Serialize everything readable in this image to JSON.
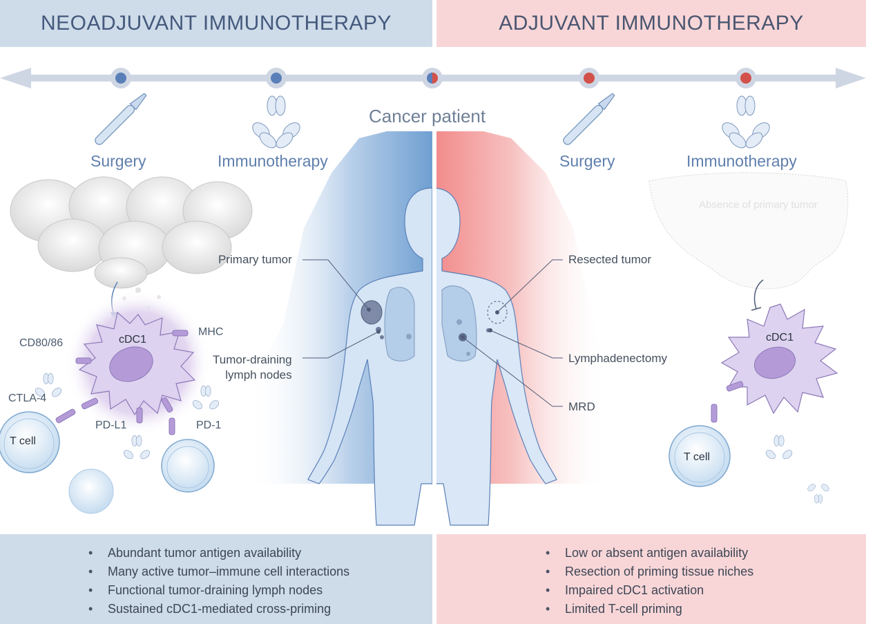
{
  "banners": {
    "left": "NEOADJUVANT IMMUNOTHERAPY",
    "right": "ADJUVANT IMMUNOTHERAPY"
  },
  "timeline": {
    "center_title": "Cancer patient",
    "left_steps": [
      "Surgery",
      "Immunotherapy"
    ],
    "right_steps": [
      "Surgery",
      "Immunotherapy"
    ]
  },
  "left_panel": {
    "callouts": {
      "primary_tumor": "Primary tumor",
      "draining_nodes_line1": "Tumor-draining",
      "draining_nodes_line2": "lymph nodes"
    },
    "labels": {
      "cd80": "CD80/86",
      "cdc1": "cDC1",
      "mhc": "MHC",
      "ctla4": "CTLA-4",
      "pdl1": "PD-L1",
      "pd1": "PD-1",
      "tcell": "T cell"
    }
  },
  "right_panel": {
    "callouts": {
      "resected": "Resected tumor",
      "lymphadenectomy": "Lymphadenectomy",
      "mrd": "MRD"
    },
    "absence": "Absence of primary tumor",
    "labels": {
      "cdc1": "cDC1",
      "tcell": "T cell"
    }
  },
  "bottom": {
    "left": [
      "Abundant tumor antigen availability",
      "Many active tumor–immune cell interactions",
      "Functional tumor-draining lymph nodes",
      "Sustained cDC1-mediated cross-priming"
    ],
    "right": [
      "Low or absent antigen availability",
      "Resection of priming tissue niches",
      "Impaired cDC1 activation",
      "Limited T-cell priming"
    ]
  },
  "colors": {
    "blue_accent": "#5a7fb8",
    "red_accent": "#d2514a",
    "left_band": "#cedbe9",
    "right_band": "#f8d6d8"
  }
}
